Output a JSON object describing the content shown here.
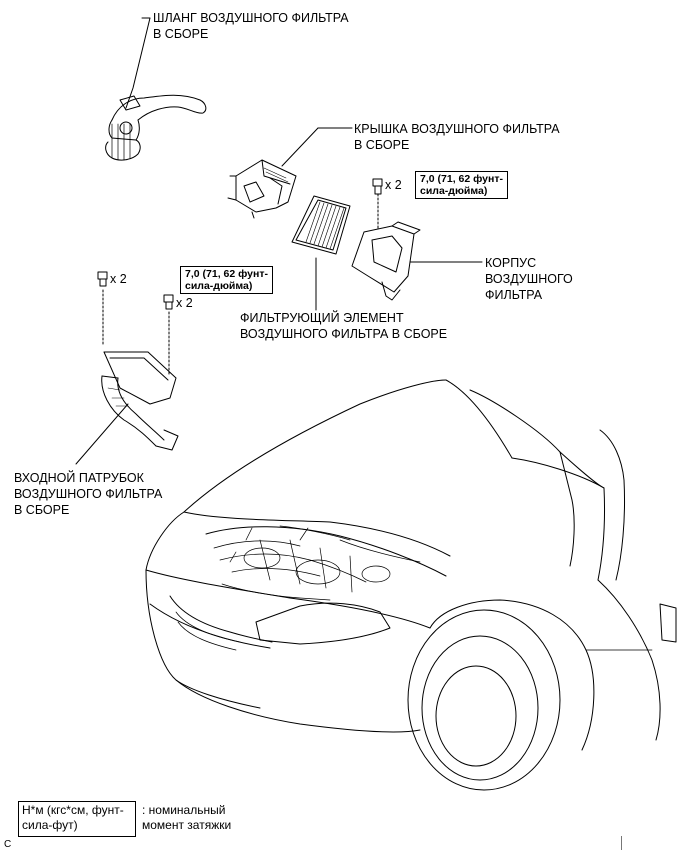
{
  "labels": {
    "hose": "ШЛАНГ ВОЗДУШНОГО ФИЛЬТРА\nВ СБОРЕ",
    "cover": "КРЫШКА ВОЗДУШНОГО ФИЛЬТРА\nВ СБОРЕ",
    "housing": "КОРПУС\nВОЗДУШНОГО\nФИЛЬТРА",
    "element": "ФИЛЬТРУЮЩИЙ ЭЛЕМЕНТ\nВОЗДУШНОГО ФИЛЬТРА В СБОРЕ",
    "inlet": "ВХОДНОЙ ПАТРУБОК\nВОЗДУШНОГО ФИЛЬТРА\nВ СБОРЕ"
  },
  "torque": {
    "value_text": "7,0 (71, 62 фунт-\nсила-дюйма)",
    "multiplier": "x 2"
  },
  "legend": {
    "key": "Н*м (кгс*см, фунт-\nсила-фут)",
    "description": ": номинальный\nмомент затяжки"
  },
  "footer": {
    "code": "C"
  }
}
